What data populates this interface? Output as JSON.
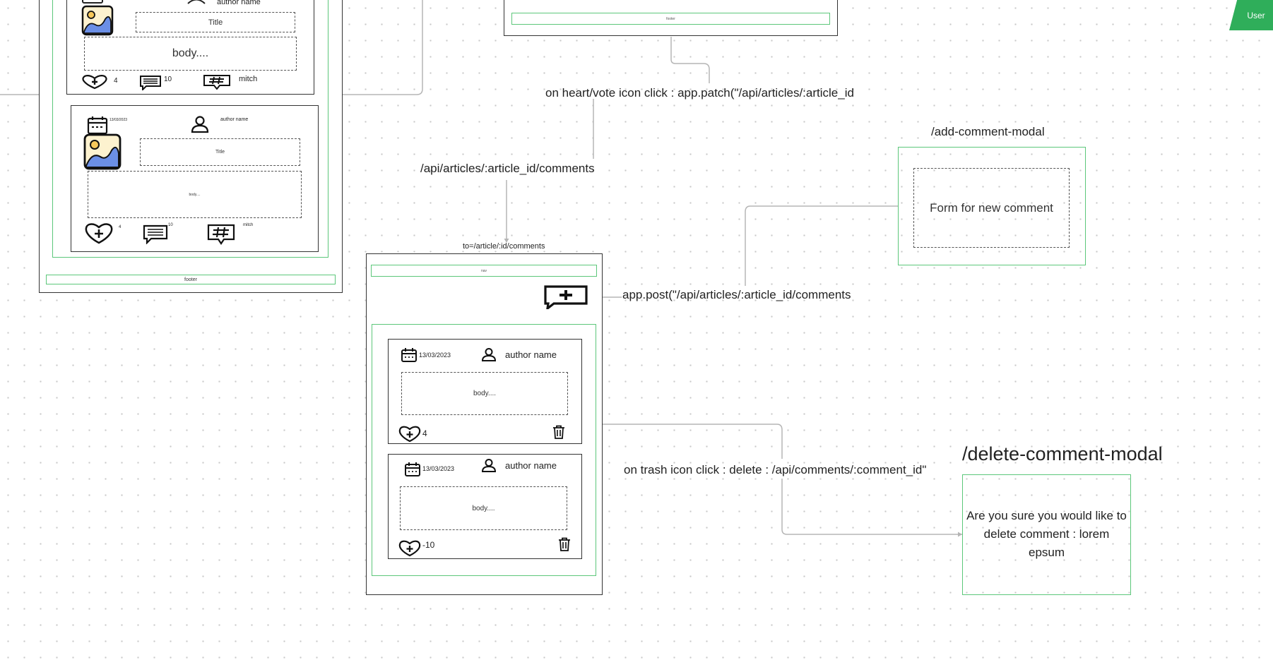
{
  "articles_view": {
    "card1": {
      "author": "author name",
      "title": "Title",
      "body": "body....",
      "votes": "4",
      "comments": "10",
      "topic": "mitch"
    },
    "card2": {
      "date": "13/03/2023",
      "author": "author name",
      "title": "Title",
      "body": "body....",
      "votes": "4",
      "comments": "10",
      "topic": "mitch"
    },
    "footer": "footer"
  },
  "article_view": {
    "footer": "footer"
  },
  "annotations": {
    "patch_vote": "on heart/vote icon click : app.patch(\"/api/articles/:article_id",
    "get_comments": "/api/articles/:article_id/comments",
    "post_comment": "app.post(\"/api/articles/:article_id/comments",
    "delete_comment": "on trash icon click : delete : /api/comments/:comment_id\""
  },
  "comments_view": {
    "route": "to=/article/:id/comments",
    "nav": "nav",
    "comments": [
      {
        "date": "13/03/2023",
        "author": "author name",
        "body": "body....",
        "votes": "4"
      },
      {
        "date": "13/03/2023",
        "author": "author name",
        "body": "body....",
        "votes": "-10"
      }
    ]
  },
  "add_comment_modal": {
    "title": "/add-comment-modal",
    "content": "Form for new comment"
  },
  "delete_comment_modal": {
    "title": "/delete-comment-modal",
    "content": "Are you sure you would like to delete comment : lorem epsum"
  },
  "user_tab": "User"
}
